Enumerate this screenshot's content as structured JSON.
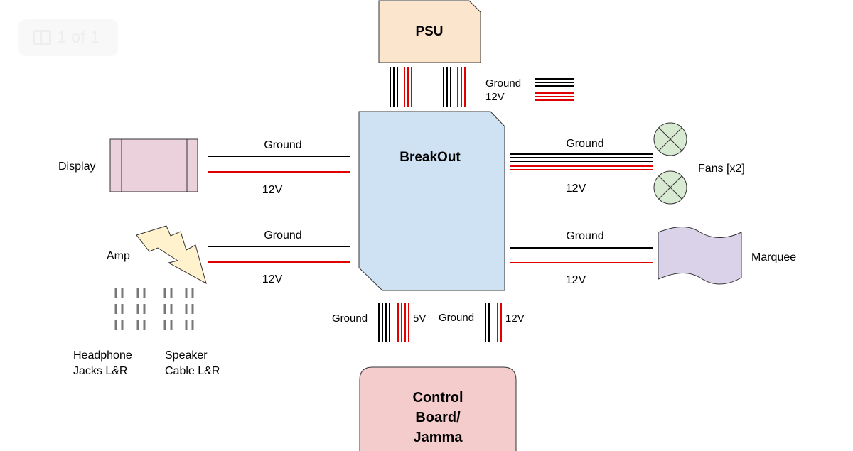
{
  "pager": {
    "text": "1 of 1",
    "icon": "page-icon"
  },
  "colors": {
    "ground": "#000000",
    "v12": "#e00000",
    "psu": "#fce5cd",
    "breakout": "#cfe2f3",
    "display": "#ead1dc",
    "fan": "#d9ead3",
    "marquee": "#d9d2e9",
    "control": "#f4cccc",
    "amp": "#fff2cc"
  },
  "nodes": {
    "psu": "PSU",
    "breakout": "BreakOut",
    "display": "Display",
    "fans": "Fans [x2]",
    "amp": "Amp",
    "marquee": "Marquee",
    "control": [
      "Control",
      "Board/",
      "Jamma"
    ],
    "headphone": [
      "Headphone",
      "Jacks L&R"
    ],
    "speaker": [
      "Speaker",
      "Cable L&R"
    ]
  },
  "legend": {
    "ground": "Ground",
    "v12": "12V"
  },
  "wires": {
    "display": {
      "top": "Ground",
      "bottom": "12V"
    },
    "fans": {
      "top": "Ground",
      "bottom": "12V"
    },
    "amp": {
      "top": "Ground",
      "bottom": "12V"
    },
    "marquee": {
      "top": "Ground",
      "bottom": "12V"
    },
    "bottom_left": {
      "left": "Ground",
      "right": "5V"
    },
    "bottom_right": {
      "left": "Ground",
      "right": "12V"
    }
  }
}
